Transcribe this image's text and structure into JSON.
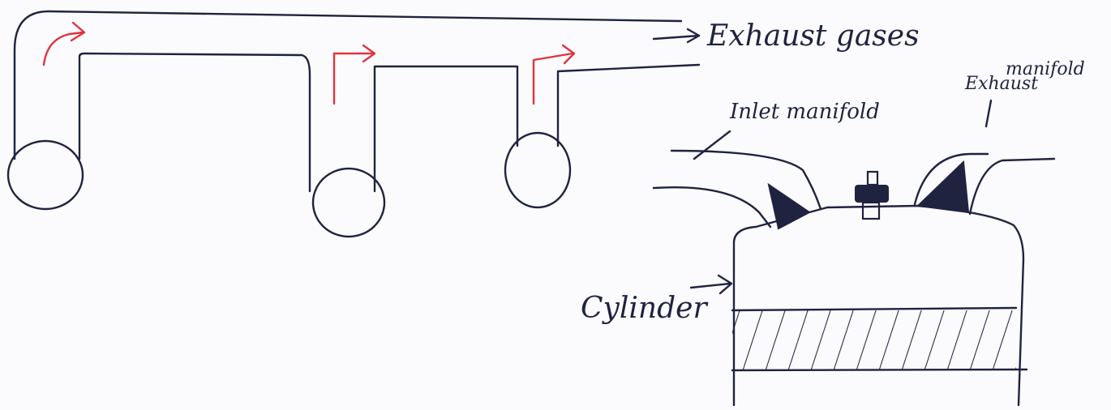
{
  "labels": {
    "exhaust_gases": "Exhaust gases",
    "inlet_manifold": "Inlet manifold",
    "exhaust_manifold_line1": "Exhaust",
    "exhaust_manifold_line2": "manifold",
    "cylinder": "Cylinder"
  },
  "colors": {
    "ink": "#1f2340",
    "flow_arrow": "#e0343c",
    "paper": "#fbfbfd"
  }
}
